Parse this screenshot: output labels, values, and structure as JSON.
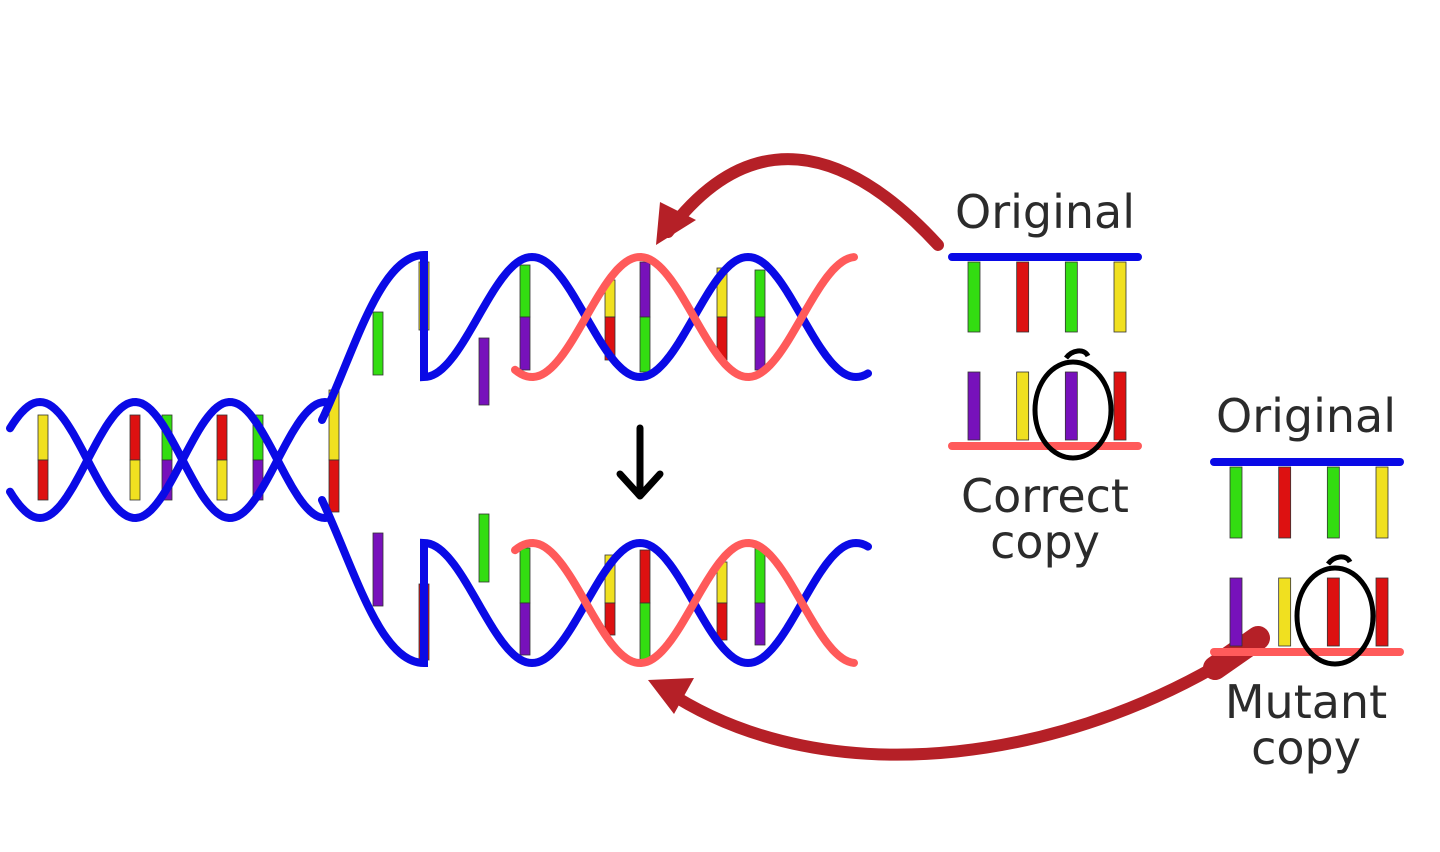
{
  "labels": {
    "original_top": "Original",
    "correct_line1": "Correct",
    "correct_line2": "copy",
    "original_right": "Original",
    "mutant_line1": "Mutant",
    "mutant_line2": "copy"
  },
  "colors": {
    "original_strand": "#0a0ae6",
    "copy_strand": "#ff5a5a",
    "arrow": "#b52027",
    "base_green": "#33dd11",
    "base_red": "#dd1111",
    "base_yellow": "#f0e020",
    "base_purple": "#7711bb",
    "circle": "#000000"
  },
  "strands": {
    "original_pairs": [
      "green",
      "red",
      "green",
      "yellow"
    ],
    "correct_copy_pairs": [
      "purple",
      "yellow",
      "purple",
      "red"
    ],
    "mutant_copy_pairs": [
      "purple",
      "yellow",
      "red",
      "red"
    ]
  }
}
